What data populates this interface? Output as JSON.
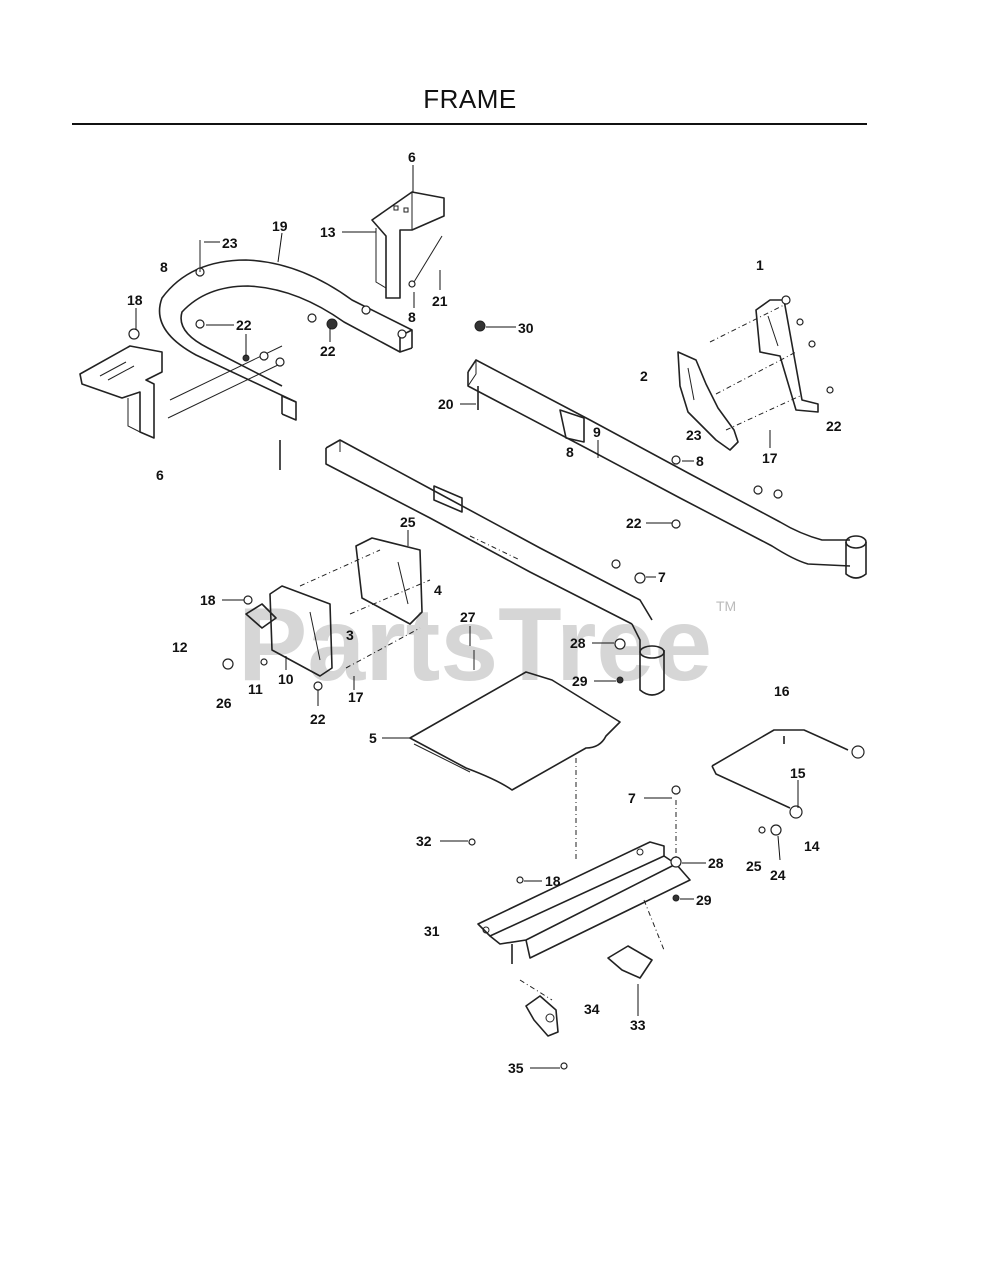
{
  "title": "FRAME",
  "watermark": {
    "text": "PartsTree",
    "mark": "TM"
  },
  "callouts": [
    {
      "id": "c6a",
      "label": "6"
    },
    {
      "id": "c13",
      "label": "13"
    },
    {
      "id": "c19",
      "label": "19"
    },
    {
      "id": "c23a",
      "label": "23"
    },
    {
      "id": "c8a",
      "label": "8"
    },
    {
      "id": "c18a",
      "label": "18"
    },
    {
      "id": "c22a",
      "label": "22"
    },
    {
      "id": "c22b",
      "label": "22"
    },
    {
      "id": "c8b",
      "label": "8"
    },
    {
      "id": "c21",
      "label": "21"
    },
    {
      "id": "c6b",
      "label": "6"
    },
    {
      "id": "c1",
      "label": "1"
    },
    {
      "id": "c30",
      "label": "30"
    },
    {
      "id": "c2",
      "label": "2"
    },
    {
      "id": "c20",
      "label": "20"
    },
    {
      "id": "c9",
      "label": "9"
    },
    {
      "id": "c8c",
      "label": "8"
    },
    {
      "id": "c23b",
      "label": "23"
    },
    {
      "id": "c8d",
      "label": "8"
    },
    {
      "id": "c17a",
      "label": "17"
    },
    {
      "id": "c22c",
      "label": "22"
    },
    {
      "id": "c22d",
      "label": "22"
    },
    {
      "id": "c25a",
      "label": "25"
    },
    {
      "id": "c4",
      "label": "4"
    },
    {
      "id": "c7a",
      "label": "7"
    },
    {
      "id": "c18b",
      "label": "18"
    },
    {
      "id": "c27",
      "label": "27"
    },
    {
      "id": "c3",
      "label": "3"
    },
    {
      "id": "c12",
      "label": "12"
    },
    {
      "id": "c28a",
      "label": "28"
    },
    {
      "id": "c29a",
      "label": "29"
    },
    {
      "id": "c10",
      "label": "10"
    },
    {
      "id": "c11",
      "label": "11"
    },
    {
      "id": "c26",
      "label": "26"
    },
    {
      "id": "c17b",
      "label": "17"
    },
    {
      "id": "c22e",
      "label": "22"
    },
    {
      "id": "c16",
      "label": "16"
    },
    {
      "id": "c5",
      "label": "5"
    },
    {
      "id": "c7b",
      "label": "7"
    },
    {
      "id": "c15",
      "label": "15"
    },
    {
      "id": "c32",
      "label": "32"
    },
    {
      "id": "c28b",
      "label": "28"
    },
    {
      "id": "c18c",
      "label": "18"
    },
    {
      "id": "c14",
      "label": "14"
    },
    {
      "id": "c25b",
      "label": "25"
    },
    {
      "id": "c24",
      "label": "24"
    },
    {
      "id": "c29b",
      "label": "29"
    },
    {
      "id": "c31",
      "label": "31"
    },
    {
      "id": "c34",
      "label": "34"
    },
    {
      "id": "c33",
      "label": "33"
    },
    {
      "id": "c35",
      "label": "35"
    }
  ]
}
